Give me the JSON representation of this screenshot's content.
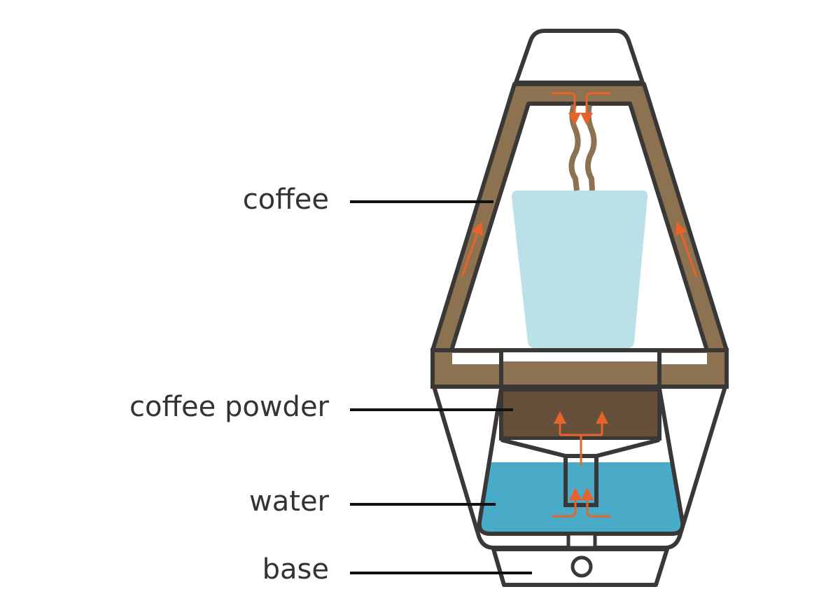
{
  "title": "Coffee maker cross-section",
  "labels": {
    "coffee": "coffee",
    "coffee_powder": "coffee powder",
    "water": "water",
    "base": "base"
  },
  "colors": {
    "outline": "#3a3836",
    "coffee": "#8c7250",
    "coffee_powder": "#66503a",
    "water": "#4aabc9",
    "cup": "#bae1e8",
    "flow_arrow": "#e8632a",
    "text": "#333333"
  }
}
